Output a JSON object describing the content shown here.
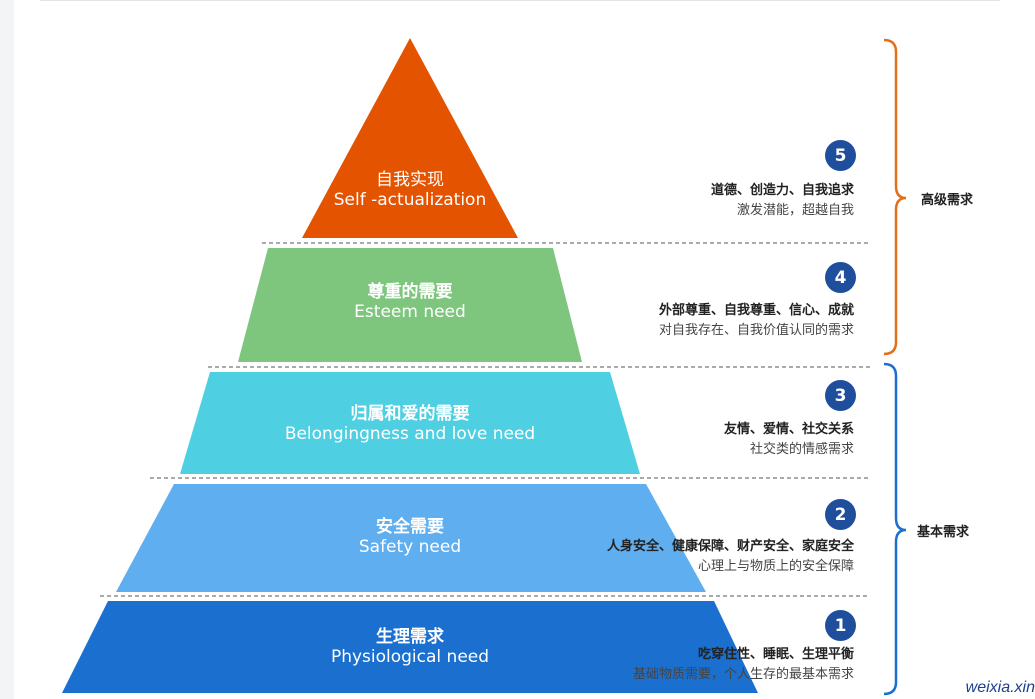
{
  "levels": [
    {
      "num": "5",
      "zh": "自我实现",
      "en": "Self -actualization",
      "desc1": "道德、创造力、自我追求",
      "desc2": "激发潜能，超越自我",
      "color": "#e35300"
    },
    {
      "num": "4",
      "zh": "尊重的需要",
      "en": "Esteem need",
      "desc1": "外部尊重、自我尊重、信心、成就",
      "desc2": "对自我存在、自我价值认同的需求",
      "color": "#7ec57e"
    },
    {
      "num": "3",
      "zh": "归属和爱的需要",
      "en": "Belongingness and love need",
      "desc1": "友情、爱情、社交关系",
      "desc2": "社交类的情感需求",
      "color": "#4fcfe2"
    },
    {
      "num": "2",
      "zh": "安全需要",
      "en": "Safety need",
      "desc1": "人身安全、健康保障、财产安全、家庭安全",
      "desc2": "心理上与物质上的安全保障",
      "color": "#5eaef0"
    },
    {
      "num": "1",
      "zh": "生理需求",
      "en": "Physiological need",
      "desc1": "吃穿住性、睡眠、生理平衡",
      "desc2": "基础物质需要，个人生存的最基本需求",
      "color": "#1a6fcf"
    }
  ],
  "groups": {
    "high": "高级需求",
    "basic": "基本需求"
  },
  "colors": {
    "bracket_high": "#e0701c",
    "bracket_basic": "#1a6fcf",
    "badge": "#1f4e9c"
  },
  "watermark": "weixia.xin"
}
